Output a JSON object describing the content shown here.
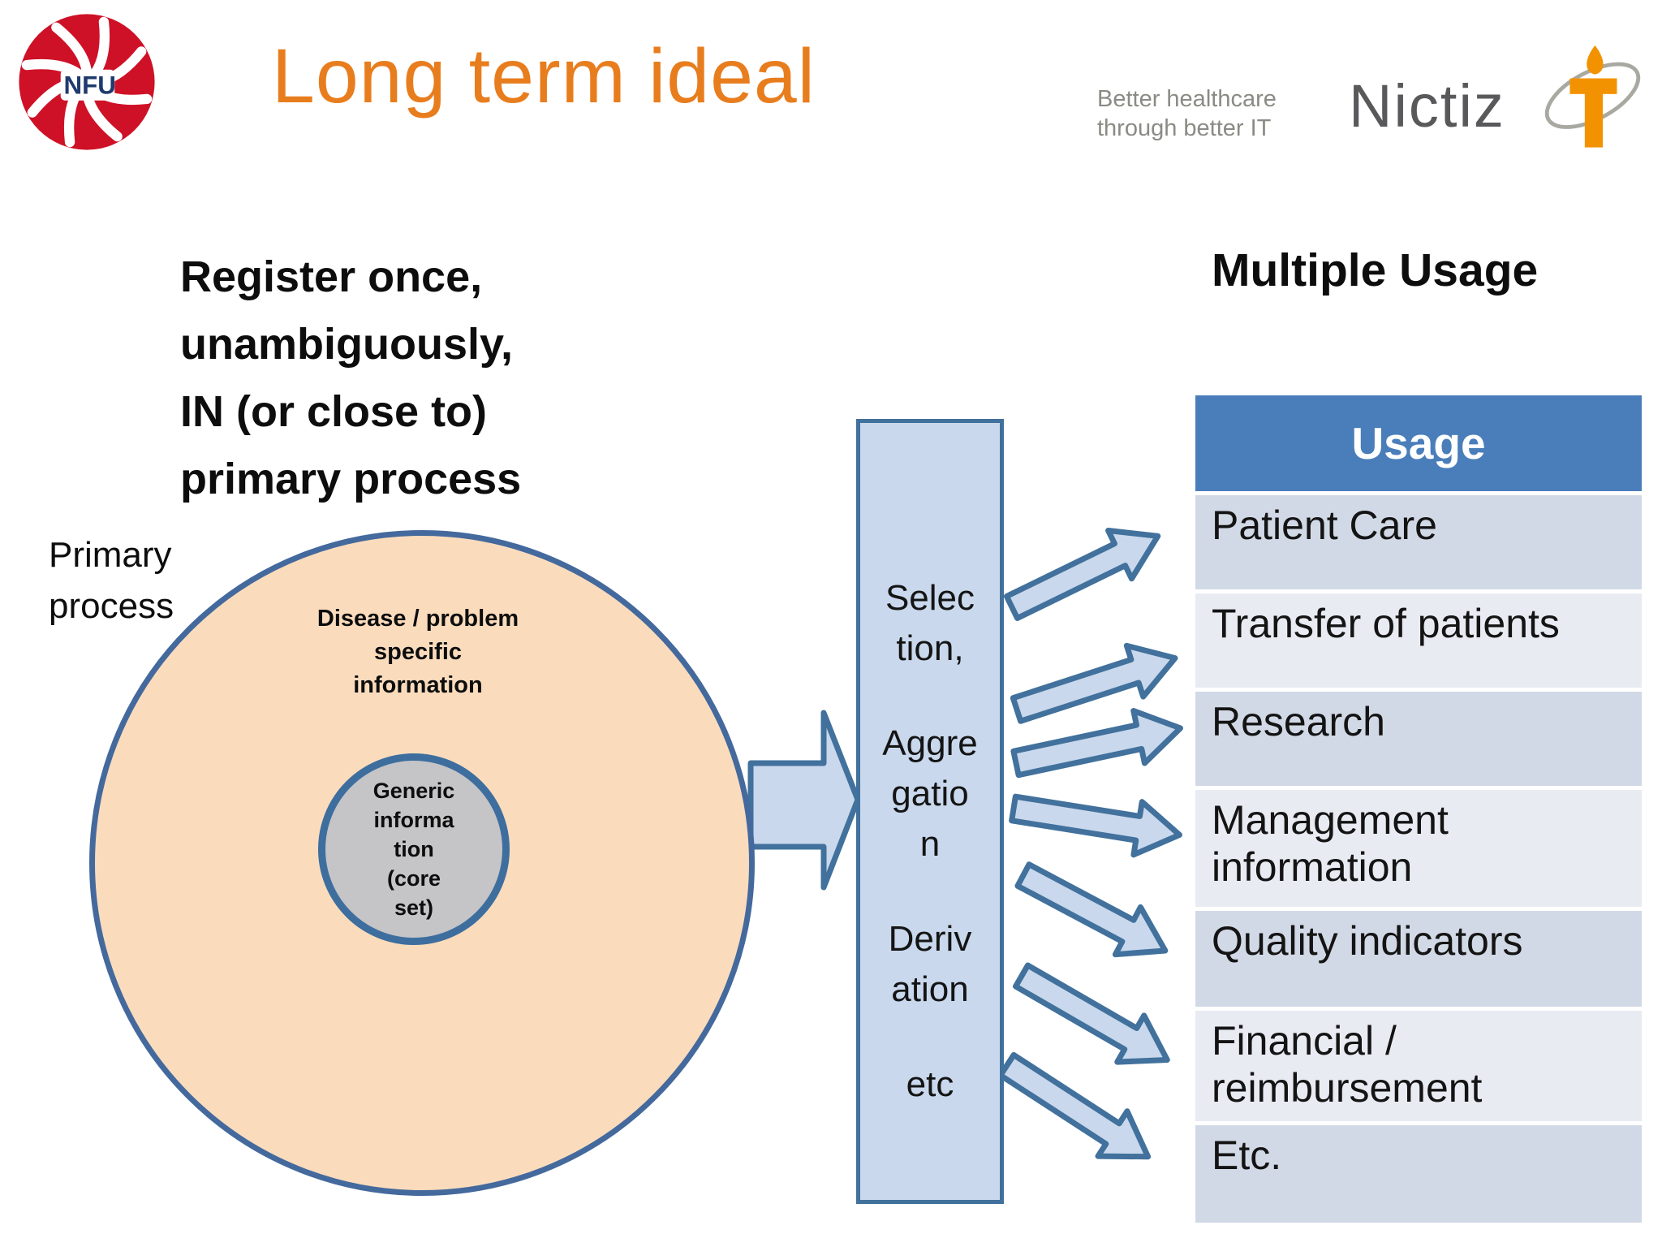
{
  "slide": {
    "title": "Long term ideal"
  },
  "logos": {
    "nfu": {
      "label": "NFU"
    },
    "nictiz": {
      "name": "Nictiz",
      "tagline": "Better healthcare\nthrough better IT"
    }
  },
  "left": {
    "statement": "Register once,\nunambiguously,\nIN (or close to)\nprimary process",
    "primary_process_label": "Primary\nprocess",
    "outer_circle_label": "Disease / problem\nspecific\ninformation",
    "inner_circle_label": "Generic\ninforma\ntion\n(core\nset)"
  },
  "process_box": {
    "items": [
      {
        "text": "Selec\ntion,"
      },
      {
        "text": "Aggre\ngatio\nn"
      },
      {
        "text": "Deriv\nation"
      },
      {
        "text": "etc"
      }
    ]
  },
  "right": {
    "heading": "Multiple Usage",
    "usage_table": {
      "header": "Usage",
      "rows": [
        {
          "label": "Patient Care"
        },
        {
          "label": "Transfer of patients"
        },
        {
          "label": "Research"
        },
        {
          "label": "Management information"
        },
        {
          "label": "Quality indicators"
        },
        {
          "label": "Financial / reimbursement"
        },
        {
          "label": "Etc."
        }
      ]
    }
  },
  "colors": {
    "title_orange": "#E87D1E",
    "table_header_blue": "#4A7EBA",
    "row_dark": "#D2D9E6",
    "row_light": "#E9EBF3",
    "shape_fill": "#C9D8EC",
    "shape_border": "#41719C",
    "circle_fill": "#FADCBD",
    "circle_border": "#44699D",
    "inner_circle_fill": "#C5C4C6",
    "nictiz_orange": "#F39200",
    "nfu_red": "#CE1126",
    "tagline_gray": "#8B8B85"
  }
}
